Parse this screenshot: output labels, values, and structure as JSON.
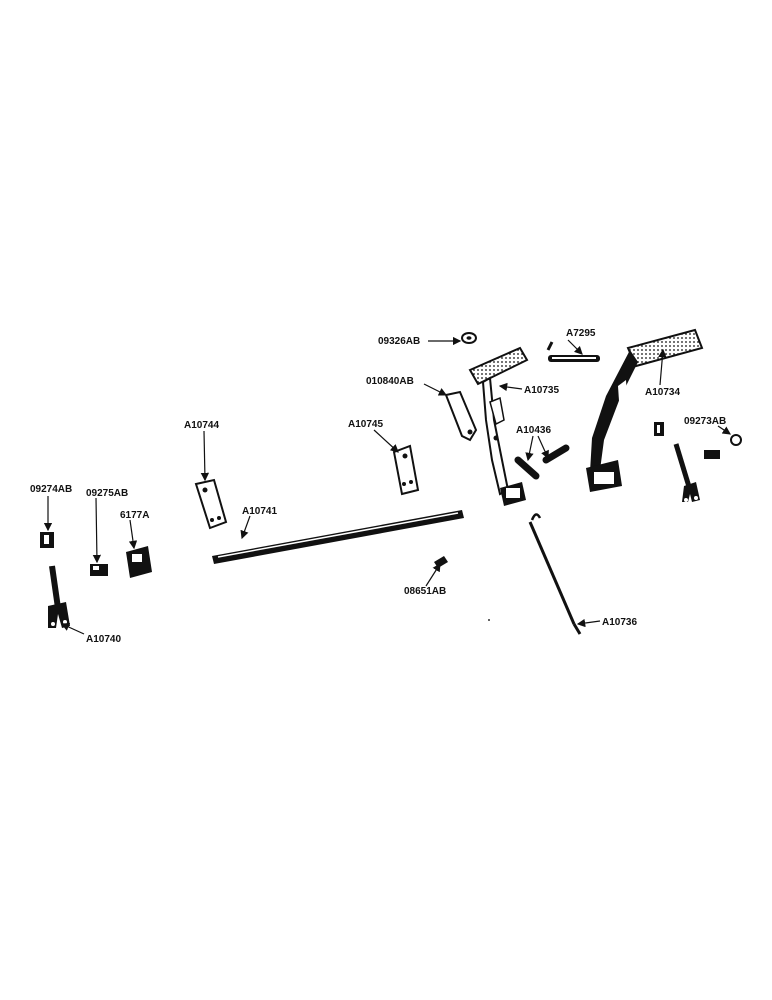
{
  "colors": {
    "ink": "#111111",
    "paper": "#ffffff",
    "part_fill": "#ffffff"
  },
  "labels": {
    "p09326AB": "09326AB",
    "pA7295": "A7295",
    "p010840AB": "010840AB",
    "pA10735": "A10735",
    "pA10734": "A10734",
    "p09273AB": "09273AB",
    "pA10436": "A10436",
    "pA10744": "A10744",
    "pA10745": "A10745",
    "p09274AB": "09274AB",
    "p09275AB": "09275AB",
    "p6177A": "6177A",
    "pA10741": "A10741",
    "p08651AB": "08651AB",
    "pA10740": "A10740",
    "pA10736": "A10736"
  }
}
